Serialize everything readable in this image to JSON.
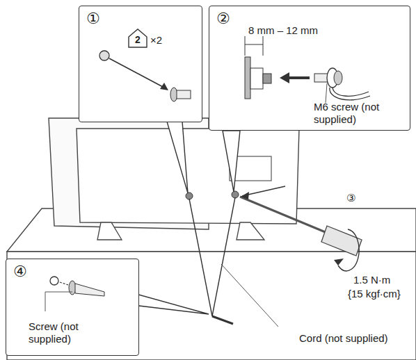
{
  "diagram": {
    "nodes": [
      {
        "text": [
          "①",
          "×2"
        ]
      },
      {
        "text": [
          "2"
        ],
        "in": 0
      },
      {
        "text": [
          "②",
          "8 mm – 12 mm",
          "M6 screw (not supplied)"
        ]
      },
      {
        "text": [
          "④",
          "Screw (not supplied)"
        ]
      }
    ],
    "labels": [
      "③",
      "1.5 N·m",
      "{15 kgf·cm}",
      "Cord (not supplied)"
    ]
  }
}
